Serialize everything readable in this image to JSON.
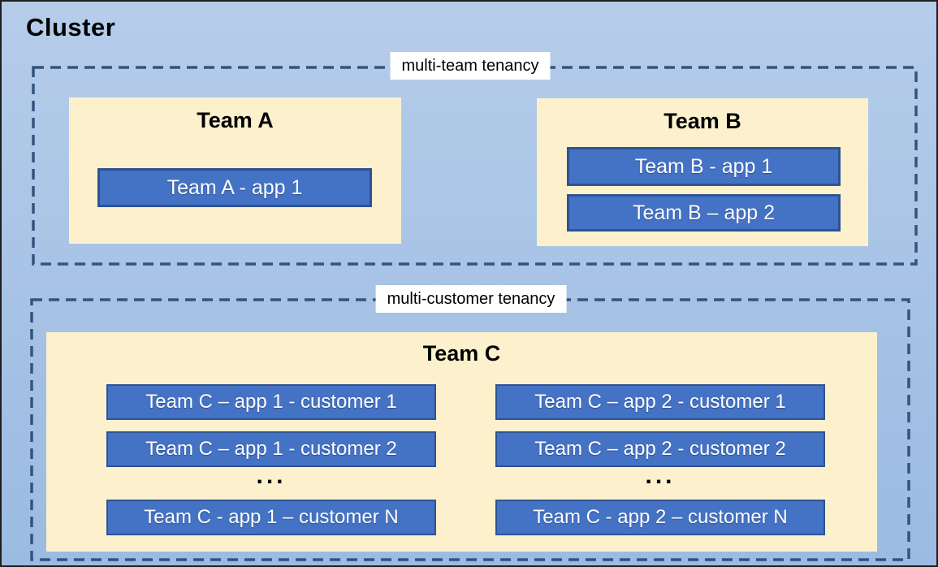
{
  "cluster": {
    "title": "Cluster"
  },
  "multi_team": {
    "label": "multi-team tenancy",
    "team_a": {
      "title": "Team A",
      "apps": [
        "Team A - app 1"
      ]
    },
    "team_b": {
      "title": "Team B",
      "apps": [
        "Team B - app 1",
        "Team B – app 2"
      ]
    }
  },
  "multi_customer": {
    "label": "multi-customer tenancy",
    "team_c": {
      "title": "Team C",
      "columns": [
        {
          "rows": [
            "Team C – app 1 - customer 1",
            "Team C – app 1 - customer 2",
            "Team C - app 1 – customer N"
          ],
          "ellipsis": "..."
        },
        {
          "rows": [
            "Team C – app 2 - customer 1",
            "Team C – app 2 - customer 2",
            "Team C - app 2 – customer N"
          ],
          "ellipsis": "..."
        }
      ]
    }
  },
  "colors": {
    "background_top": "#B6CDEA",
    "background_bottom": "#9BBBE2",
    "panel_fill": "#FDF1CD",
    "app_fill": "#4472C4",
    "app_border": "#2E5395",
    "dashed_border": "#33547F",
    "label_background": "#FFFFFF",
    "title_text": "#000000",
    "app_text": "#FFFFFF",
    "outer_border": "#1F1F1F"
  }
}
